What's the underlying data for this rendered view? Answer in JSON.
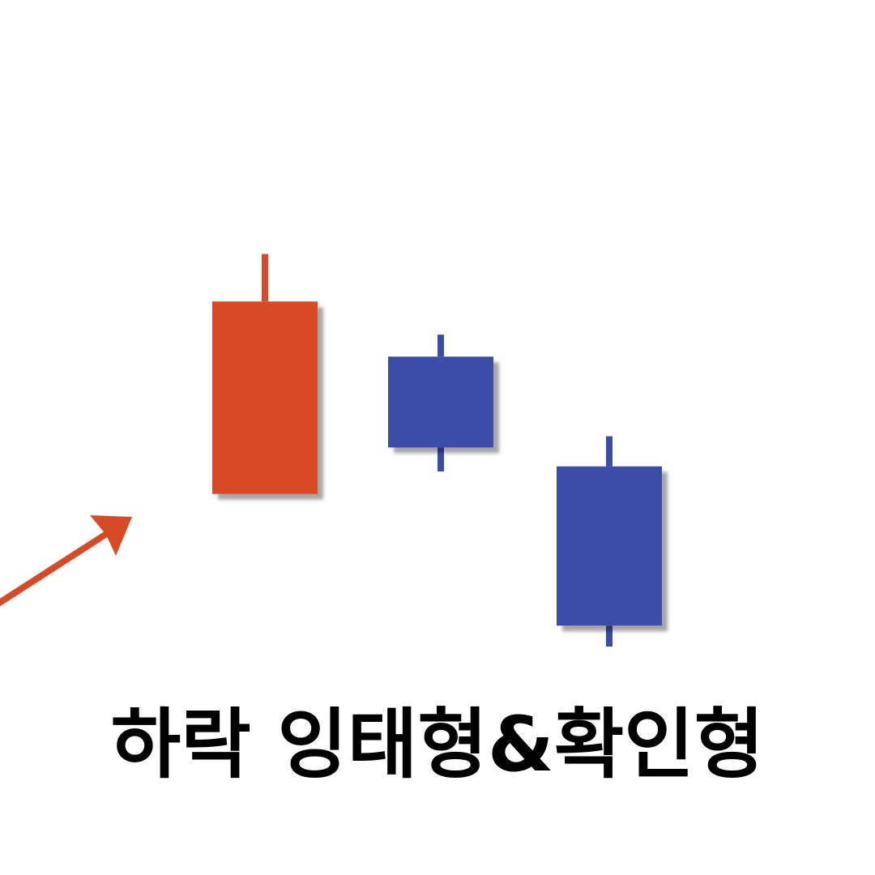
{
  "chart_data": {
    "type": "candlestick",
    "title": "하락 잉태형&확인형",
    "candles": [
      {
        "index": 0,
        "direction": "up",
        "open": 31.8,
        "close": 69.5,
        "high": 78.8,
        "low": 31.8
      },
      {
        "index": 1,
        "direction": "down",
        "open": 58.7,
        "close": 40.9,
        "high": 63.0,
        "low": 36.2
      },
      {
        "index": 2,
        "direction": "down",
        "open": 37.2,
        "close": 6.0,
        "high": 43.1,
        "low": 1.9
      }
    ],
    "trend_arrow": {
      "direction": "up",
      "color": "#d84a25"
    },
    "ylim": [
      0,
      100
    ],
    "grid": false,
    "axes_visible": false,
    "colors": {
      "up": "#d84a25",
      "down": "#3b4da8",
      "shadow": "#9a9a9a",
      "background": "#ffffff"
    }
  }
}
